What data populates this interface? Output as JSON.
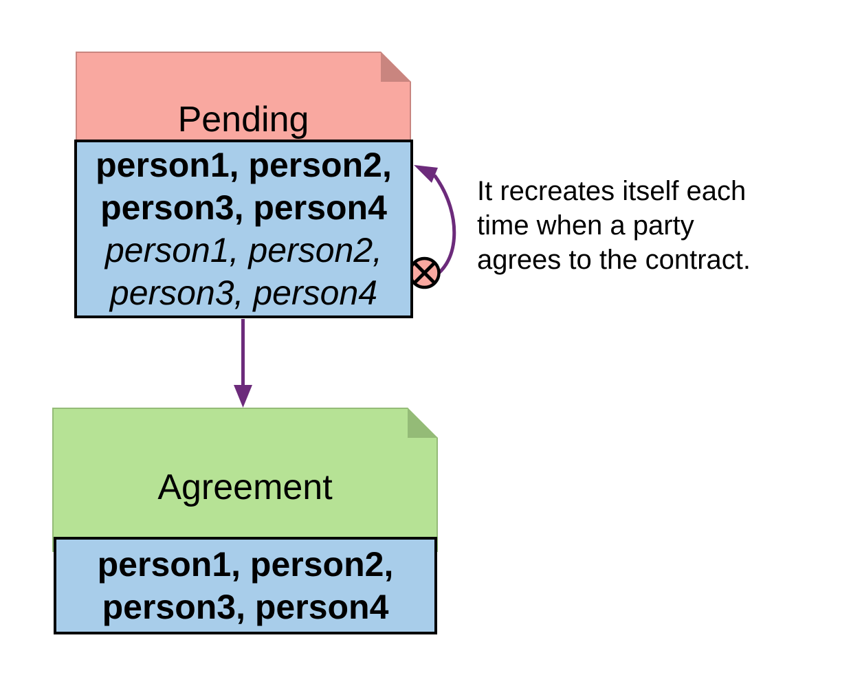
{
  "colors": {
    "note_pink": "#F9A8A0",
    "note_pink_dark": "#C9857F",
    "note_green": "#B6E295",
    "note_green_dark": "#94BB77",
    "body_blue": "#A8CDEA",
    "arrow_purple": "#6C2B7B",
    "ink": "#000000",
    "canvas_bg": "#FFFFFF"
  },
  "diagram": {
    "pending": {
      "title": "Pending",
      "signatories": [
        "person1, person2,",
        "person3, person4"
      ],
      "observers": [
        "person1, person2,",
        "person3, person4"
      ]
    },
    "agreement": {
      "title": "Agreement",
      "signatories": [
        "person1, person2,",
        "person3, person4"
      ]
    },
    "annotation": {
      "lines": [
        "It recreates itself each",
        "time when a party",
        "agrees to the contract."
      ]
    },
    "icons": {
      "archive_marker": "circled-x"
    }
  }
}
